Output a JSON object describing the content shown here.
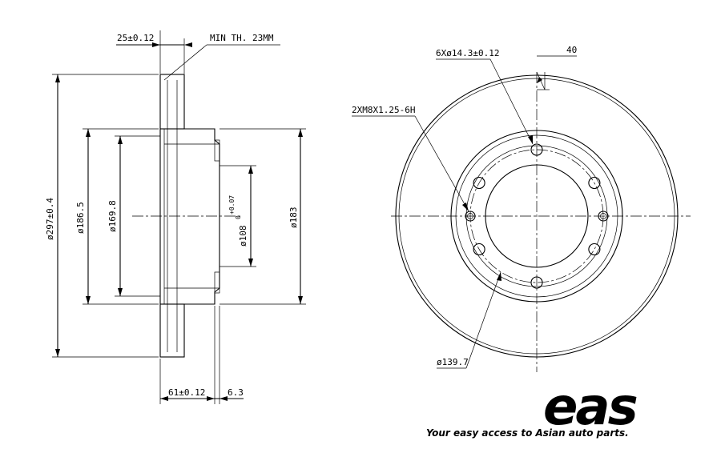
{
  "side_view": {
    "dims": {
      "thickness_tol": "25±0.12",
      "min_thickness": "MIN TH. 23MM",
      "outer_diameter": "ø297±0.4",
      "hat_diameter": "ø186.5",
      "inner_diameter": "ø169.8",
      "bore_diameter": "ø108",
      "bore_tol": "+0.07",
      "bore_tol_low": "0",
      "hub_diameter": "ø183",
      "height": "61±0.12",
      "hat_wall": "6.3"
    }
  },
  "front_view": {
    "dims": {
      "bolt_holes": "6Xø14.3±0.12",
      "angle": "40",
      "threaded_holes": "2XM8X1.25-6H",
      "pcd": "ø139.7"
    }
  },
  "logo": {
    "wordmark": "eas",
    "tagline": "Your easy access to Asian auto parts."
  }
}
